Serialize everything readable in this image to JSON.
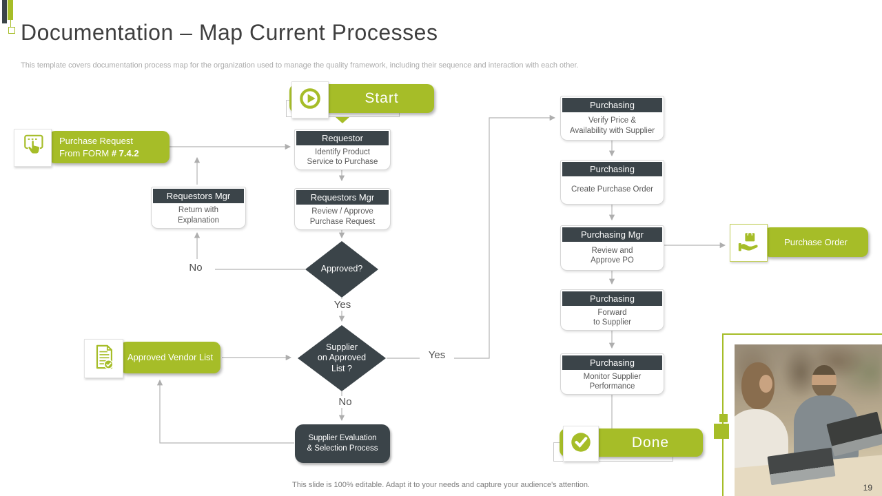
{
  "slide": {
    "title": "Documentation – Map Current Processes",
    "subtitle": "This template covers documentation process map for the organization used to manage the quality framework, including their sequence and interaction with each other.",
    "footer": "This slide is 100% editable. Adapt it to your needs and capture your audience's attention.",
    "page_number": "19"
  },
  "colors": {
    "green": "#a6bd28",
    "dark": "#3b4449",
    "line": "#b5b5b5"
  },
  "icons": {
    "start": "play-icon",
    "done": "check-icon",
    "purchase_request": "form-hand-icon",
    "vendor_list": "document-check-icon",
    "purchase_order": "hand-bag-icon"
  },
  "flow": {
    "start": {
      "label": "Start"
    },
    "done": {
      "label": "Done"
    },
    "purchase_request": {
      "line1": "Purchase Request",
      "line2": "From FORM ",
      "line2_bold": "# 7.4.2"
    },
    "approved_vendor_list": {
      "label": "Approved Vendor List"
    },
    "purchase_order": {
      "label": "Purchase Order"
    },
    "boxes": {
      "requestor": {
        "header": "Requestor",
        "body": "Identify Product\nService to Purchase"
      },
      "requestors_mgr_return": {
        "header": "Requestors Mgr",
        "body": "Return with\nExplanation"
      },
      "requestors_mgr_review": {
        "header": "Requestors Mgr",
        "body": "Review / Approve\nPurchase Request"
      },
      "purchasing_verify": {
        "header": "Purchasing",
        "body": "Verify Price &\nAvailability with Supplier"
      },
      "purchasing_create": {
        "header": "Purchasing",
        "body": "Create Purchase Order"
      },
      "purchasing_mgr": {
        "header": "Purchasing Mgr",
        "body": "Review and\nApprove PO"
      },
      "purchasing_forward": {
        "header": "Purchasing",
        "body": "Forward\nto Supplier"
      },
      "purchasing_monitor": {
        "header": "Purchasing",
        "body": "Monitor Supplier\nPerformance"
      }
    },
    "diamonds": {
      "approved": {
        "label": "Approved?"
      },
      "supplier": {
        "label": "Supplier\non Approved\nList ?"
      }
    },
    "dark_box": {
      "label": "Supplier Evaluation\n& Selection Process"
    },
    "edges": {
      "no1": "No",
      "yes1": "Yes",
      "yes2": "Yes",
      "no2": "No"
    }
  }
}
